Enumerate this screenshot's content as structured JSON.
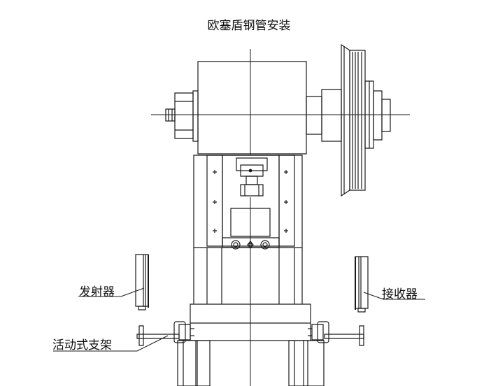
{
  "title": "欧塞盾钢管安装",
  "labels": {
    "transmitter": "发射器",
    "receiver": "接收器",
    "movable_bracket": "活动式支架"
  },
  "colors": {
    "line": "#1a1a1a",
    "background": "#ffffff"
  }
}
